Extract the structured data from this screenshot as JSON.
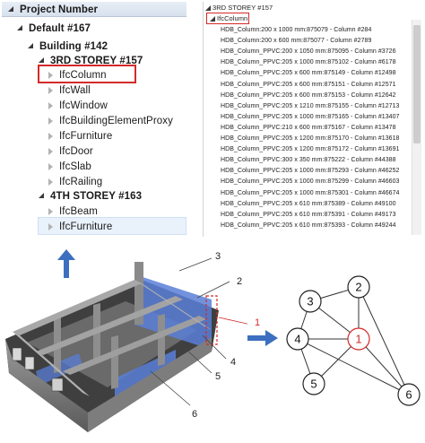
{
  "tree": {
    "header": "Project Number",
    "rows": [
      {
        "label": "Default #167",
        "state": "expanded",
        "bold": true
      },
      {
        "label": "Building #142",
        "state": "expanded",
        "bold": true
      },
      {
        "label": "3RD STOREY #157",
        "state": "expanded",
        "bold": true
      },
      {
        "label": "IfcColumn",
        "state": "collapsed",
        "bold": false
      },
      {
        "label": "IfcWall",
        "state": "collapsed",
        "bold": false
      },
      {
        "label": "IfcWindow",
        "state": "collapsed",
        "bold": false
      },
      {
        "label": "IfcBuildingElementProxy",
        "state": "collapsed",
        "bold": false
      },
      {
        "label": "IfcFurniture",
        "state": "collapsed",
        "bold": false
      },
      {
        "label": "IfcDoor",
        "state": "collapsed",
        "bold": false
      },
      {
        "label": "IfcSlab",
        "state": "collapsed",
        "bold": false
      },
      {
        "label": "IfcRailing",
        "state": "collapsed",
        "bold": false
      },
      {
        "label": "4TH STOREY #163",
        "state": "expanded",
        "bold": true
      },
      {
        "label": "IfcBeam",
        "state": "collapsed",
        "bold": false
      },
      {
        "label": "IfcFurniture",
        "state": "collapsed",
        "bold": false
      }
    ]
  },
  "list": {
    "storey": "3RD STOREY #157",
    "group": "IfcColumn",
    "items": [
      "HDB_Column:200 x 1000 mm:875079 - Column #284",
      "HDB_Column:200 x 600 mm:875077 - Column #2789",
      "HDB_Column_PPVC:200 x 1050 mm:875095 - Column #3726",
      "HDB_Column_PPVC:205 x 1000 mm:875102 - Column #6178",
      "HDB_Column_PPVC:205 x 600 mm:875149 - Column #12498",
      "HDB_Column_PPVC:205 x 600 mm:875151 - Column #12571",
      "HDB_Column_PPVC:205 x 600 mm:875153 - Column #12642",
      "HDB_Column_PPVC:205 x 1210 mm:875155 - Column #12713",
      "HDB_Column_PPVC:205 x 1000 mm:875165 - Column #13407",
      "HDB_Column_PPVC:210 x 600 mm:875167 - Column #13478",
      "HDB_Column_PPVC:205 x 1200 mm:875170 - Column #13618",
      "HDB_Column_PPVC:205 x 1200 mm:875172 - Column #13691",
      "HDB_Column_PPVC:300 x 350 mm:875222 - Column #44388",
      "HDB_Column_PPVC:205 x 1000 mm:875293 - Column #46252",
      "HDB_Column_PPVC:205 x 1000 mm:875299 - Column #46603",
      "HDB_Column_PPVC:205 x 1000 mm:875301 - Column #46674",
      "HDB_Column_PPVC:205 x 610 mm:875389 - Column #49100",
      "HDB_Column_PPVC:205 x 610 mm:875391 - Column #49173",
      "HDB_Column_PPVC:205 x 610 mm:875393 - Column #49244"
    ]
  },
  "model_callouts": [
    "1",
    "2",
    "3",
    "4",
    "5",
    "6"
  ],
  "graph": {
    "nodes": [
      "1",
      "2",
      "3",
      "4",
      "5",
      "6"
    ],
    "highlight_node": "1",
    "highlight_color": "#d42a2a",
    "edges": [
      [
        "2",
        "3"
      ],
      [
        "2",
        "1"
      ],
      [
        "3",
        "4"
      ],
      [
        "3",
        "1"
      ],
      [
        "4",
        "1"
      ],
      [
        "4",
        "5"
      ],
      [
        "1",
        "5"
      ],
      [
        "2",
        "6"
      ],
      [
        "1",
        "6"
      ],
      [
        "4",
        "6"
      ]
    ]
  },
  "colors": {
    "highlight": "#d42a2a",
    "arrow": "#3d6fc0",
    "selection_blue": "#5a7fd8"
  }
}
